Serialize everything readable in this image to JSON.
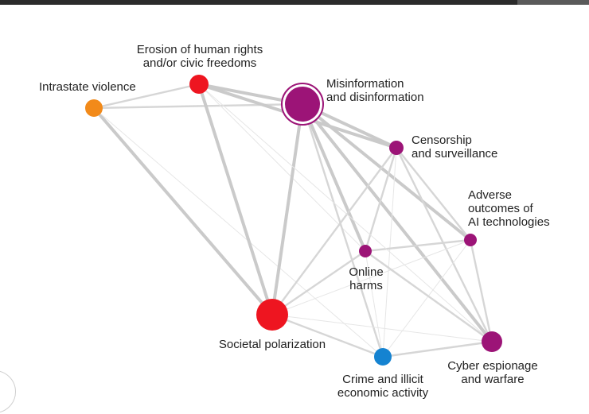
{
  "nodes": [
    {
      "id": "misinformation",
      "label_lines": [
        "Misinformation",
        "and disinformation"
      ],
      "color": "#9c1477",
      "highlight": true
    },
    {
      "id": "erosion",
      "label_lines": [
        "Erosion of human rights",
        "and/or civic freedoms"
      ],
      "color": "#ee1520"
    },
    {
      "id": "intrastate",
      "label_lines": [
        "Intrastate violence"
      ],
      "color": "#f28a1a"
    },
    {
      "id": "censorship",
      "label_lines": [
        "Censorship",
        "and surveillance"
      ],
      "color": "#9c1477"
    },
    {
      "id": "adverse-ai",
      "label_lines": [
        "Adverse",
        "outcomes of",
        "AI technologies"
      ],
      "color": "#9c1477"
    },
    {
      "id": "online-harms",
      "label_lines": [
        "Online",
        "harms"
      ],
      "color": "#9c1477"
    },
    {
      "id": "societal-polarization",
      "label_lines": [
        "Societal polarization"
      ],
      "color": "#ee1520"
    },
    {
      "id": "crime",
      "label_lines": [
        "Crime and illicit",
        "economic activity"
      ],
      "color": "#1583d1"
    },
    {
      "id": "cyber",
      "label_lines": [
        "Cyber espionage",
        "and warfare"
      ],
      "color": "#9c1477"
    }
  ],
  "edges": [
    {
      "from": "intrastate",
      "to": "erosion",
      "strength": 2
    },
    {
      "from": "intrastate",
      "to": "misinformation",
      "strength": 2
    },
    {
      "from": "intrastate",
      "to": "societal-polarization",
      "strength": 3
    },
    {
      "from": "intrastate",
      "to": "crime",
      "strength": 1
    },
    {
      "from": "erosion",
      "to": "misinformation",
      "strength": 3
    },
    {
      "from": "erosion",
      "to": "censorship",
      "strength": 3
    },
    {
      "from": "erosion",
      "to": "societal-polarization",
      "strength": 3
    },
    {
      "from": "erosion",
      "to": "online-harms",
      "strength": 1
    },
    {
      "from": "misinformation",
      "to": "censorship",
      "strength": 3
    },
    {
      "from": "misinformation",
      "to": "adverse-ai",
      "strength": 3
    },
    {
      "from": "misinformation",
      "to": "online-harms",
      "strength": 3
    },
    {
      "from": "misinformation",
      "to": "societal-polarization",
      "strength": 3
    },
    {
      "from": "misinformation",
      "to": "cyber",
      "strength": 3
    },
    {
      "from": "misinformation",
      "to": "crime",
      "strength": 2
    },
    {
      "from": "censorship",
      "to": "online-harms",
      "strength": 2
    },
    {
      "from": "censorship",
      "to": "adverse-ai",
      "strength": 2
    },
    {
      "from": "censorship",
      "to": "societal-polarization",
      "strength": 2
    },
    {
      "from": "censorship",
      "to": "cyber",
      "strength": 2
    },
    {
      "from": "censorship",
      "to": "crime",
      "strength": 1
    },
    {
      "from": "adverse-ai",
      "to": "online-harms",
      "strength": 2
    },
    {
      "from": "adverse-ai",
      "to": "cyber",
      "strength": 2
    },
    {
      "from": "adverse-ai",
      "to": "crime",
      "strength": 1
    },
    {
      "from": "adverse-ai",
      "to": "societal-polarization",
      "strength": 1
    },
    {
      "from": "online-harms",
      "to": "societal-polarization",
      "strength": 2
    },
    {
      "from": "online-harms",
      "to": "cyber",
      "strength": 2
    },
    {
      "from": "online-harms",
      "to": "crime",
      "strength": 1
    },
    {
      "from": "societal-polarization",
      "to": "crime",
      "strength": 2
    },
    {
      "from": "societal-polarization",
      "to": "cyber",
      "strength": 1
    },
    {
      "from": "crime",
      "to": "cyber",
      "strength": 2
    },
    {
      "from": "cyber",
      "to": "erosion",
      "strength": 1
    }
  ]
}
